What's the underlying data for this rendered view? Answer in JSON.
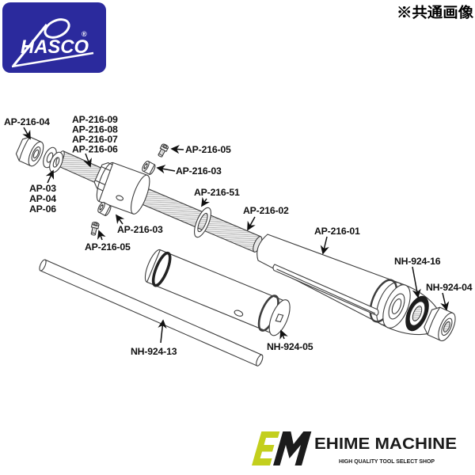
{
  "header": {
    "note": "※共通画像"
  },
  "hasco_logo": {
    "brand": "HASCO",
    "registered": "®"
  },
  "diagram": {
    "labels": [
      {
        "id": "ap-216-04",
        "text": "AP-216-04"
      },
      {
        "id": "ap-216-09",
        "text": "AP-216-09"
      },
      {
        "id": "ap-216-08",
        "text": "AP-216-08"
      },
      {
        "id": "ap-216-07",
        "text": "AP-216-07"
      },
      {
        "id": "ap-216-06",
        "text": "AP-216-06"
      },
      {
        "id": "ap-03",
        "text": "AP-03"
      },
      {
        "id": "ap-04",
        "text": "AP-04"
      },
      {
        "id": "ap-06",
        "text": "AP-06"
      },
      {
        "id": "ap-216-05-top",
        "text": "AP-216-05"
      },
      {
        "id": "ap-216-03-top",
        "text": "AP-216-03"
      },
      {
        "id": "ap-216-51",
        "text": "AP-216-51"
      },
      {
        "id": "ap-216-02",
        "text": "AP-216-02"
      },
      {
        "id": "ap-216-03-bottom",
        "text": "AP-216-03"
      },
      {
        "id": "ap-216-05-bottom",
        "text": "AP-216-05"
      },
      {
        "id": "ap-216-01",
        "text": "AP-216-01"
      },
      {
        "id": "nh-924-16",
        "text": "NH-924-16"
      },
      {
        "id": "nh-924-04",
        "text": "NH-924-04"
      },
      {
        "id": "nh-924-13",
        "text": "NH-924-13"
      },
      {
        "id": "nh-924-05",
        "text": "NH-924-05"
      }
    ]
  },
  "footer": {
    "mark_letters": [
      "E",
      "M"
    ],
    "brand": "EHIME MACHINE",
    "tagline": "HIGH QUALITY TOOL SELECT SHOP"
  },
  "colors": {
    "hasco_blue": "#2b2a9d",
    "em_green": "#c3cf1d",
    "em_black": "#1b1b1b",
    "line": "#3d3d3d",
    "label_text": "#111111"
  }
}
